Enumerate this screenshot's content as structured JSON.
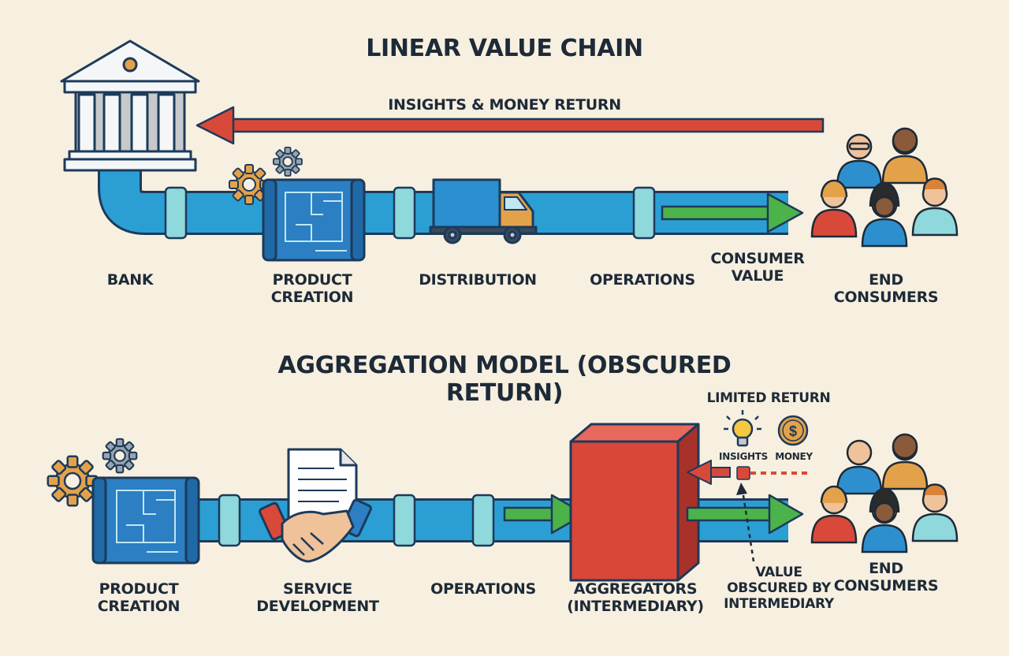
{
  "linear": {
    "title": "LINEAR VALUE CHAIN",
    "return_label": "INSIGHTS & MONEY RETURN",
    "steps": {
      "bank": "BANK",
      "product_creation": "PRODUCT\nCREATION",
      "distribution": "DISTRIBUTION",
      "operations": "OPERATIONS",
      "consumer_value": "CONSUMER\nVALUE",
      "end_consumers": "END CONSUMERS"
    }
  },
  "aggregation": {
    "title": "AGGREGATION MODEL (OBSCURED RETURN)",
    "limited_return": "LIMITED RETURN",
    "insights": "INSIGHTS",
    "money": "MONEY",
    "steps": {
      "product_creation": "PRODUCT\nCREATION",
      "service_development": "SERVICE\nDEVELOPMENT",
      "operations": "OPERATIONS",
      "aggregators": "AGGREGATORS\n(INTERMEDIARY)",
      "value_obscured": "VALUE\nOBSCURED BY\nINTERMEDIARY",
      "end_consumers": "END CONSUMERS"
    }
  },
  "colors": {
    "pipe": "#2b9fd4",
    "pipe_outline": "#1d3a5a",
    "ring": "#8fd8dc",
    "return_arrow": "#d9493a",
    "value_arrow": "#4bb34a",
    "aggregator_box": "#d9473a",
    "gear": "#e3a24a",
    "gear_grey": "#9aa4ad",
    "background": "#f7efdf"
  },
  "icons": [
    "bank-icon",
    "gear-icon",
    "blueprint-icon",
    "truck-icon",
    "document-icon",
    "handshake-icon",
    "lightbulb-icon",
    "coin-icon",
    "people-icon"
  ]
}
